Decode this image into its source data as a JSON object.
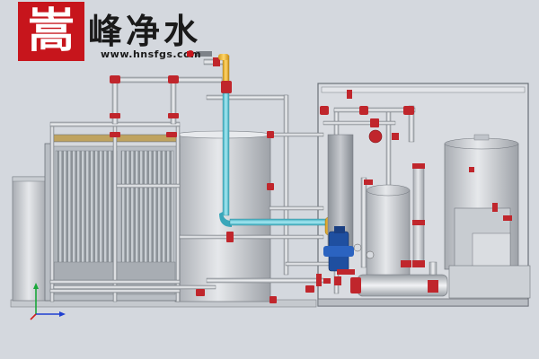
{
  "brand": {
    "logo_char": "嵩",
    "name": "峰净水",
    "url": "www.hnsfgs.com",
    "colors": {
      "logo_red": "#c7151c",
      "pipe_blue": "#5bc8d8",
      "pipe_red": "#c0262c",
      "valve_blue": "#1f4fa0"
    }
  },
  "axes": {
    "icon": "xyz-axis-triad-icon"
  }
}
